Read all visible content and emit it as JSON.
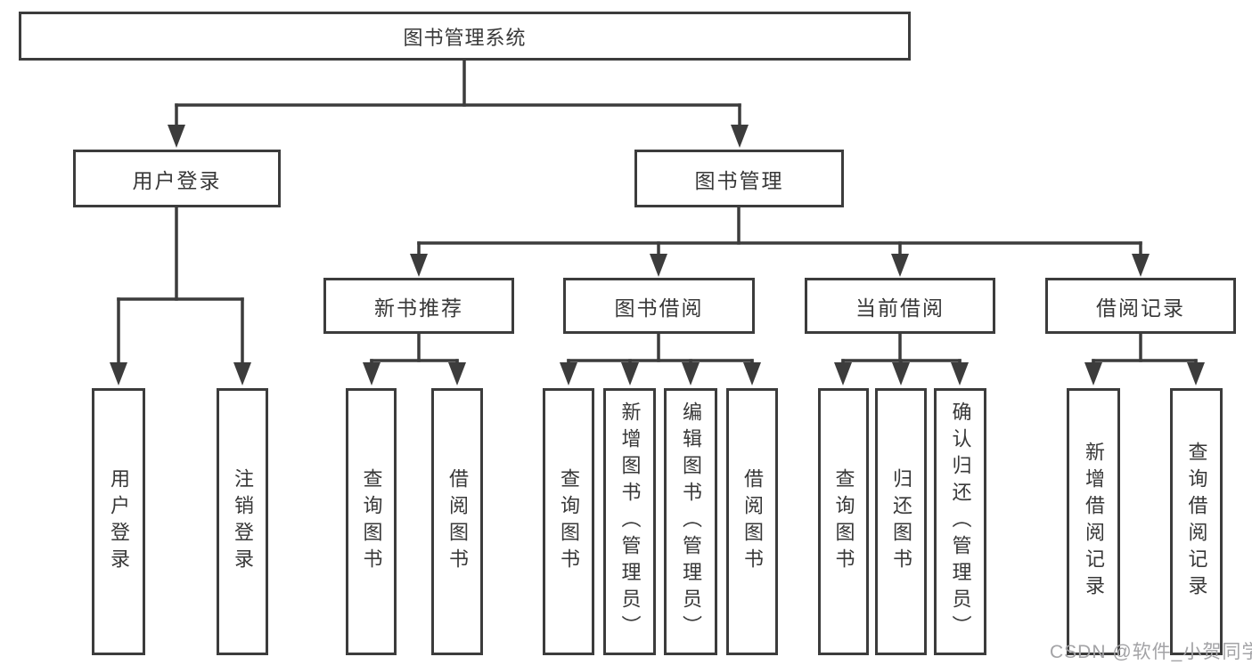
{
  "diagram": {
    "title": "图书管理系统",
    "root": {
      "label": "图书管理系统"
    },
    "level2": [
      {
        "label": "用户登录"
      },
      {
        "label": "图书管理"
      }
    ],
    "level3": [
      {
        "label": "新书推荐"
      },
      {
        "label": "图书借阅"
      },
      {
        "label": "当前借阅"
      },
      {
        "label": "借阅记录"
      }
    ],
    "leaves": {
      "user_login": [
        "用户登录",
        "注销登录"
      ],
      "new_book": [
        "查询图书",
        "借阅图书"
      ],
      "book_borrow": [
        "查询图书",
        "新增图书（管理员）",
        "编辑图书（管理员）",
        "借阅图书"
      ],
      "current_borrow": [
        "查询图书",
        "归还图书",
        "确认归还（管理员）"
      ],
      "borrow_records": [
        "新增借阅记录",
        "查询借阅记录"
      ]
    }
  },
  "watermark": {
    "text": "CSDN @软件_小贺同学",
    "color": "#a3a3a6"
  },
  "colors": {
    "line": "#3c3c3c",
    "text": "#383838",
    "background": "#ffffff"
  }
}
